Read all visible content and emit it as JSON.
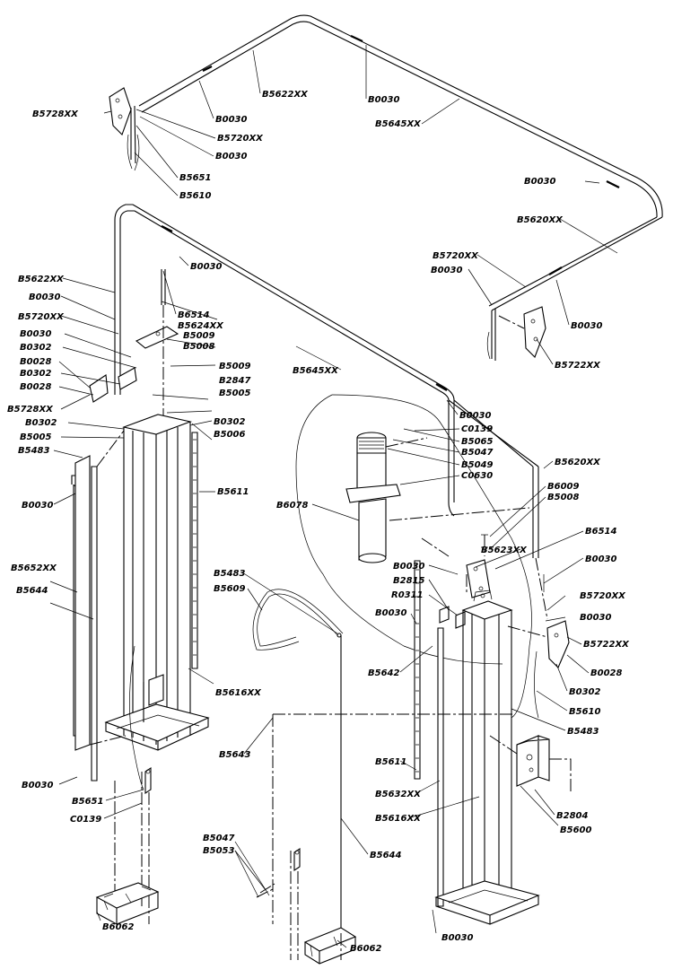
{
  "labels": [
    "B5728XX",
    "B5622XX",
    "B0030",
    "B5720XX",
    "B0030",
    "B5651",
    "B5610",
    "B0030",
    "B5645XX",
    "B0030",
    "B5620XX",
    "B5720XX",
    "B0030",
    "B0030",
    "B5722XX",
    "B5622XX",
    "B0030",
    "B0030",
    "B5720XX",
    "B0030",
    "B0302",
    "B0028",
    "B0302",
    "B0028",
    "B5728XX",
    "B0302",
    "B5005",
    "B5483",
    "B6514",
    "B5624XX",
    "B5009",
    "B5008",
    "B5009",
    "B2847",
    "B5005",
    "B0302",
    "B5006",
    "B5611",
    "B0030",
    "B5652XX",
    "B5644",
    "B5616XX",
    "B0030",
    "B5651",
    "C0139",
    "B6062",
    "B5645XX",
    "B0030",
    "C0139",
    "B5065",
    "B5047",
    "B5049",
    "C0630",
    "B6078",
    "B5620XX",
    "B6009",
    "B5008",
    "B6514",
    "B5623XX",
    "B0030",
    "B2815",
    "R0311",
    "B0030",
    "B0030",
    "B5720XX",
    "B0030",
    "B5722XX",
    "B0028",
    "B0302",
    "B5483",
    "B5609",
    "B5642",
    "B5610",
    "B5483",
    "B5643",
    "B5611",
    "B5632XX",
    "B5616XX",
    "B2804",
    "B5600",
    "B5047",
    "B5053",
    "B5644",
    "B6062",
    "B0030"
  ]
}
